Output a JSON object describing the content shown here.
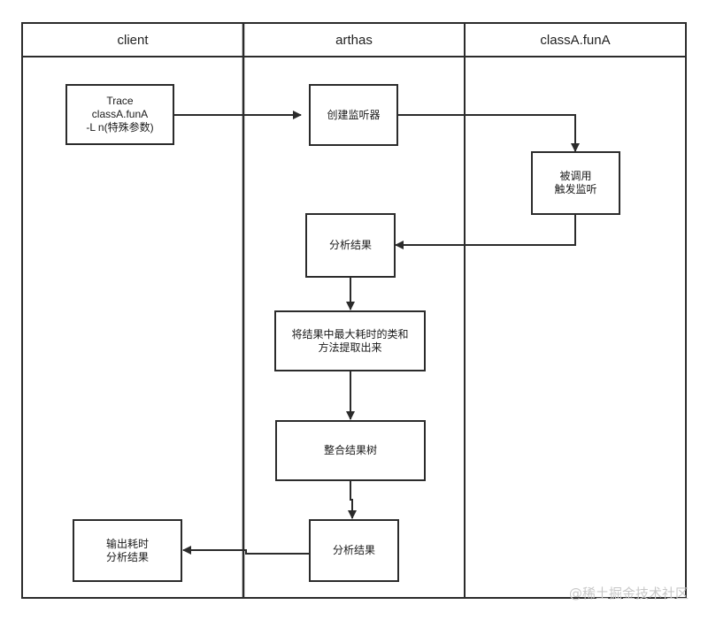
{
  "lanes": [
    {
      "id": "client",
      "title": "client"
    },
    {
      "id": "arthas",
      "title": "arthas"
    },
    {
      "id": "funA",
      "title": "classA.funA"
    }
  ],
  "nodes": {
    "trace": {
      "label": "Trace\nclassA.funA\n-L n(特殊参数)"
    },
    "create_listener": {
      "label": "创建监听器"
    },
    "invoked": {
      "label": "被调用\n触发监听"
    },
    "analyze1": {
      "label": "分析结果"
    },
    "extract": {
      "label": "将结果中最大耗时的类和\n方法提取出来"
    },
    "merge": {
      "label": "整合结果树"
    },
    "analyze2": {
      "label": "分析结果"
    },
    "output": {
      "label": "输出耗时\n分析结果"
    }
  },
  "edges": [
    {
      "from": "trace",
      "to": "create_listener"
    },
    {
      "from": "create_listener",
      "to": "invoked"
    },
    {
      "from": "invoked",
      "to": "analyze1"
    },
    {
      "from": "analyze1",
      "to": "extract"
    },
    {
      "from": "extract",
      "to": "merge"
    },
    {
      "from": "merge",
      "to": "analyze2"
    },
    {
      "from": "analyze2",
      "to": "output"
    }
  ],
  "watermark": "@稀土掘金技术社区"
}
